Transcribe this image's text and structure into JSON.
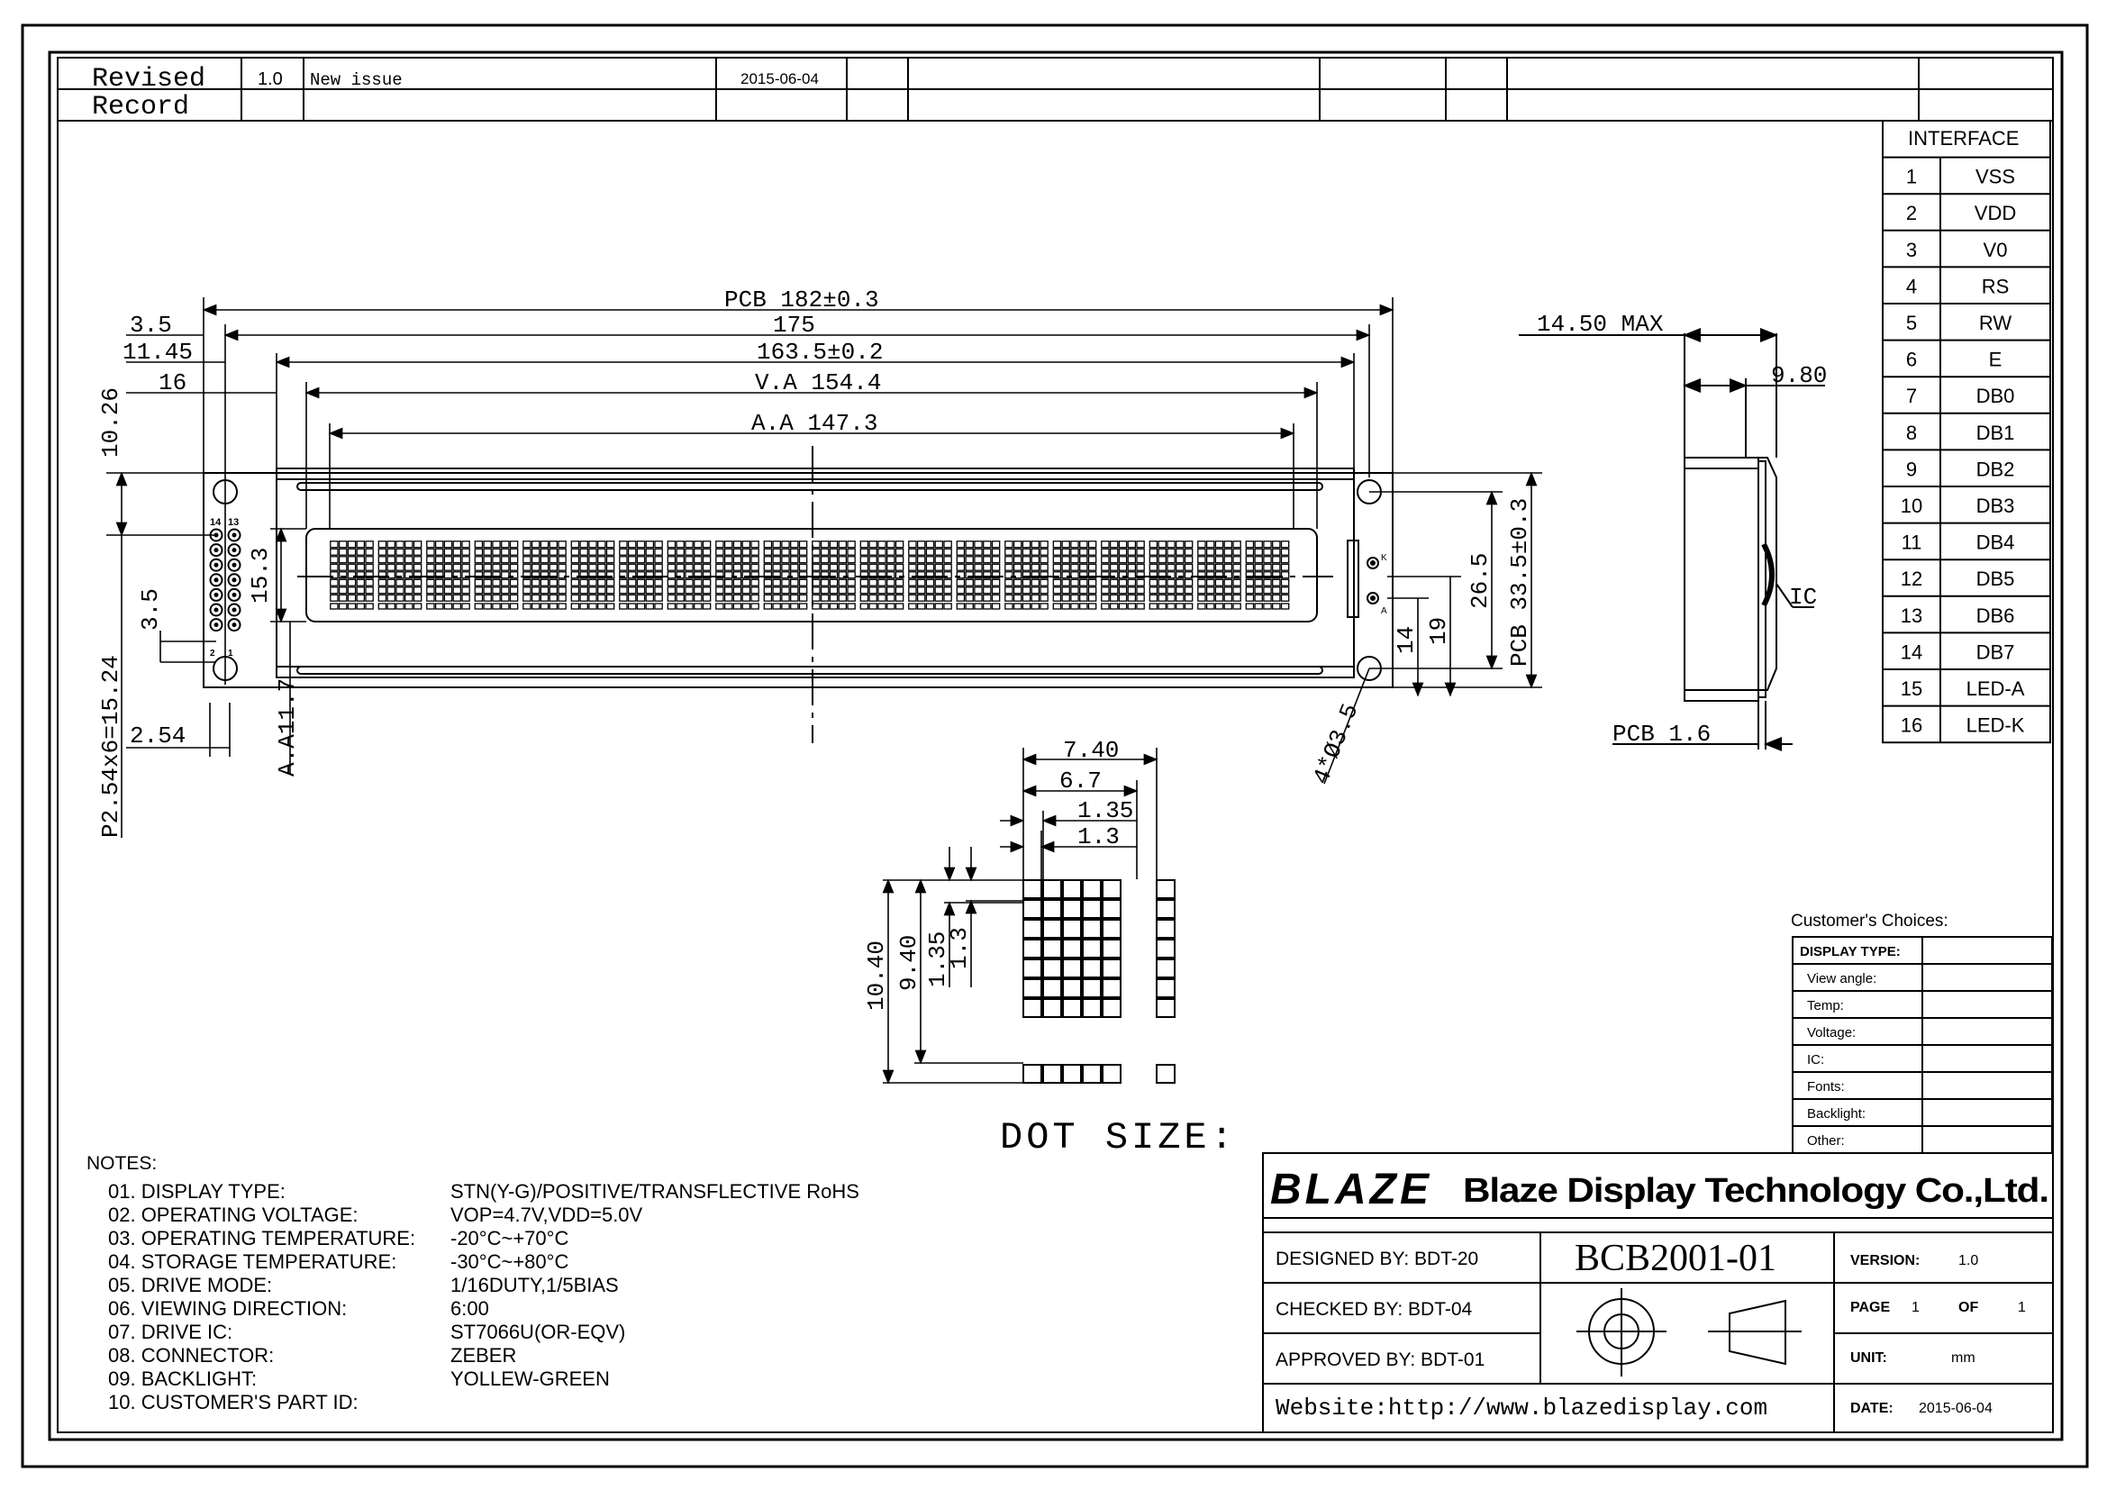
{
  "revision": {
    "header": "Revised Record",
    "header_line1": "Revised",
    "header_line2": "Record",
    "rows": [
      {
        "version": "1.0",
        "description": "New issue",
        "date": "2015-06-04"
      }
    ]
  },
  "interface": {
    "title": "INTERFACE",
    "pins": [
      {
        "no": "1",
        "name": "VSS"
      },
      {
        "no": "2",
        "name": "VDD"
      },
      {
        "no": "3",
        "name": "V0"
      },
      {
        "no": "4",
        "name": "RS"
      },
      {
        "no": "5",
        "name": "RW"
      },
      {
        "no": "6",
        "name": "E"
      },
      {
        "no": "7",
        "name": "DB0"
      },
      {
        "no": "8",
        "name": "DB1"
      },
      {
        "no": "9",
        "name": "DB2"
      },
      {
        "no": "10",
        "name": "DB3"
      },
      {
        "no": "11",
        "name": "DB4"
      },
      {
        "no": "12",
        "name": "DB5"
      },
      {
        "no": "13",
        "name": "DB6"
      },
      {
        "no": "14",
        "name": "DB7"
      },
      {
        "no": "15",
        "name": "LED-A"
      },
      {
        "no": "16",
        "name": "LED-K"
      }
    ]
  },
  "front_view": {
    "dims_h": {
      "pcb": "PCB 182±0.3",
      "d175": "175",
      "d163": "163.5±0.2",
      "va": "V.A 154.4",
      "aa": "A.A 147.3",
      "d3_5": "3.5",
      "d11_45": "11.45",
      "d16": "16"
    },
    "dims_v": {
      "d10_26": "10.26",
      "d15_3": "15.3",
      "d3_5": "3.5",
      "pitch": "P2.54x6=15.24",
      "d2_54": "2.54",
      "aa11_7": "A.A11.7",
      "pcb33_5": "PCB 33.5±0.3",
      "d26_5": "26.5",
      "d19": "19",
      "d14": "14",
      "holes": "4*Ø3.5"
    },
    "pin_labels": {
      "p14": "14",
      "p13": "13",
      "p2": "2",
      "p1": "1",
      "k": "K",
      "a": "A"
    }
  },
  "side_view": {
    "max": "14.50 MAX",
    "d9_80": "9.80",
    "ic": "IC",
    "pcb": "PCB 1.6"
  },
  "dot_size": {
    "title": "DOT SIZE:",
    "w7_40": "7.40",
    "w6_7": "6.7",
    "w1_35": "1.35",
    "w1_3": "1.3",
    "h10_40": "10.40",
    "h9_40": "9.40",
    "h1_35": "1.35",
    "h1_3": "1.3"
  },
  "customer_choices": {
    "title": "Customer's Choices:",
    "rows": [
      "DISPLAY TYPE:",
      "View angle:",
      "Temp:",
      "Voltage:",
      "IC:",
      "Fonts:",
      "Backlight:",
      "Other:"
    ]
  },
  "notes": {
    "title": "NOTES:",
    "items": [
      {
        "label": "01. DISPLAY TYPE:",
        "value": "STN(Y-G)/POSITIVE/TRANSFLECTIVE RoHS"
      },
      {
        "label": "02. OPERATING VOLTAGE:",
        "value": "VOP=4.7V,VDD=5.0V"
      },
      {
        "label": "03. OPERATING TEMPERATURE:",
        "value": "-20°C~+70°C"
      },
      {
        "label": "04. STORAGE TEMPERATURE:",
        "value": "-30°C~+80°C"
      },
      {
        "label": "05. DRIVE MODE:",
        "value": "1/16DUTY,1/5BIAS"
      },
      {
        "label": "06. VIEWING DIRECTION:",
        "value": "6:00"
      },
      {
        "label": "07. DRIVE IC:",
        "value": "ST7066U(OR-EQV)"
      },
      {
        "label": "08. CONNECTOR:",
        "value": "ZEBER"
      },
      {
        "label": "09. BACKLIGHT:",
        "value": "YOLLEW-GREEN"
      },
      {
        "label": "10. CUSTOMER'S PART ID:",
        "value": ""
      }
    ]
  },
  "title_block": {
    "logo": "BLAZE",
    "company": "Blaze Display Technology Co.,Ltd.",
    "designed": "DESIGNED BY: BDT-20",
    "checked": "CHECKED BY: BDT-04",
    "approved": "APPROVED BY: BDT-01",
    "part_no": "BCB2001-01",
    "version_label": "VERSION:",
    "version": "1.0",
    "page_label": "PAGE",
    "page": "1",
    "of_label": "OF",
    "of": "1",
    "unit_label": "UNIT:",
    "unit": "mm",
    "date_label": "DATE:",
    "date": "2015-06-04",
    "website": "Website:http://www.blazedisplay.com"
  }
}
